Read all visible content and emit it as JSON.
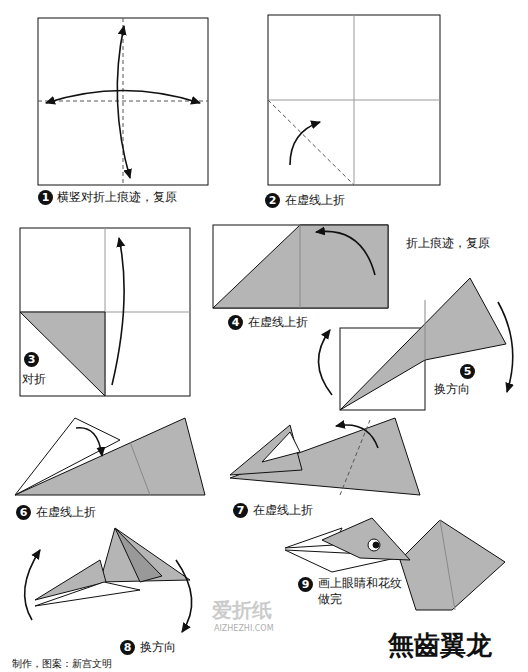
{
  "diagram": {
    "title": "無齒翼龙",
    "labels": [
      "1",
      "横竖对折上痕迹，复原",
      "2",
      "在虚线上折",
      "3",
      "对折",
      "4",
      "在虚线上折",
      "折上痕迹，复原",
      "5",
      "换方向",
      "6",
      "在虚线上折",
      "7",
      "在虚线上折",
      "8",
      "换方向",
      "9",
      "画上眼睛和花纹",
      "做完",
      "制作，图案：新宫文明",
      "爱折纸",
      "AIZHEZHI.COM"
    ]
  }
}
